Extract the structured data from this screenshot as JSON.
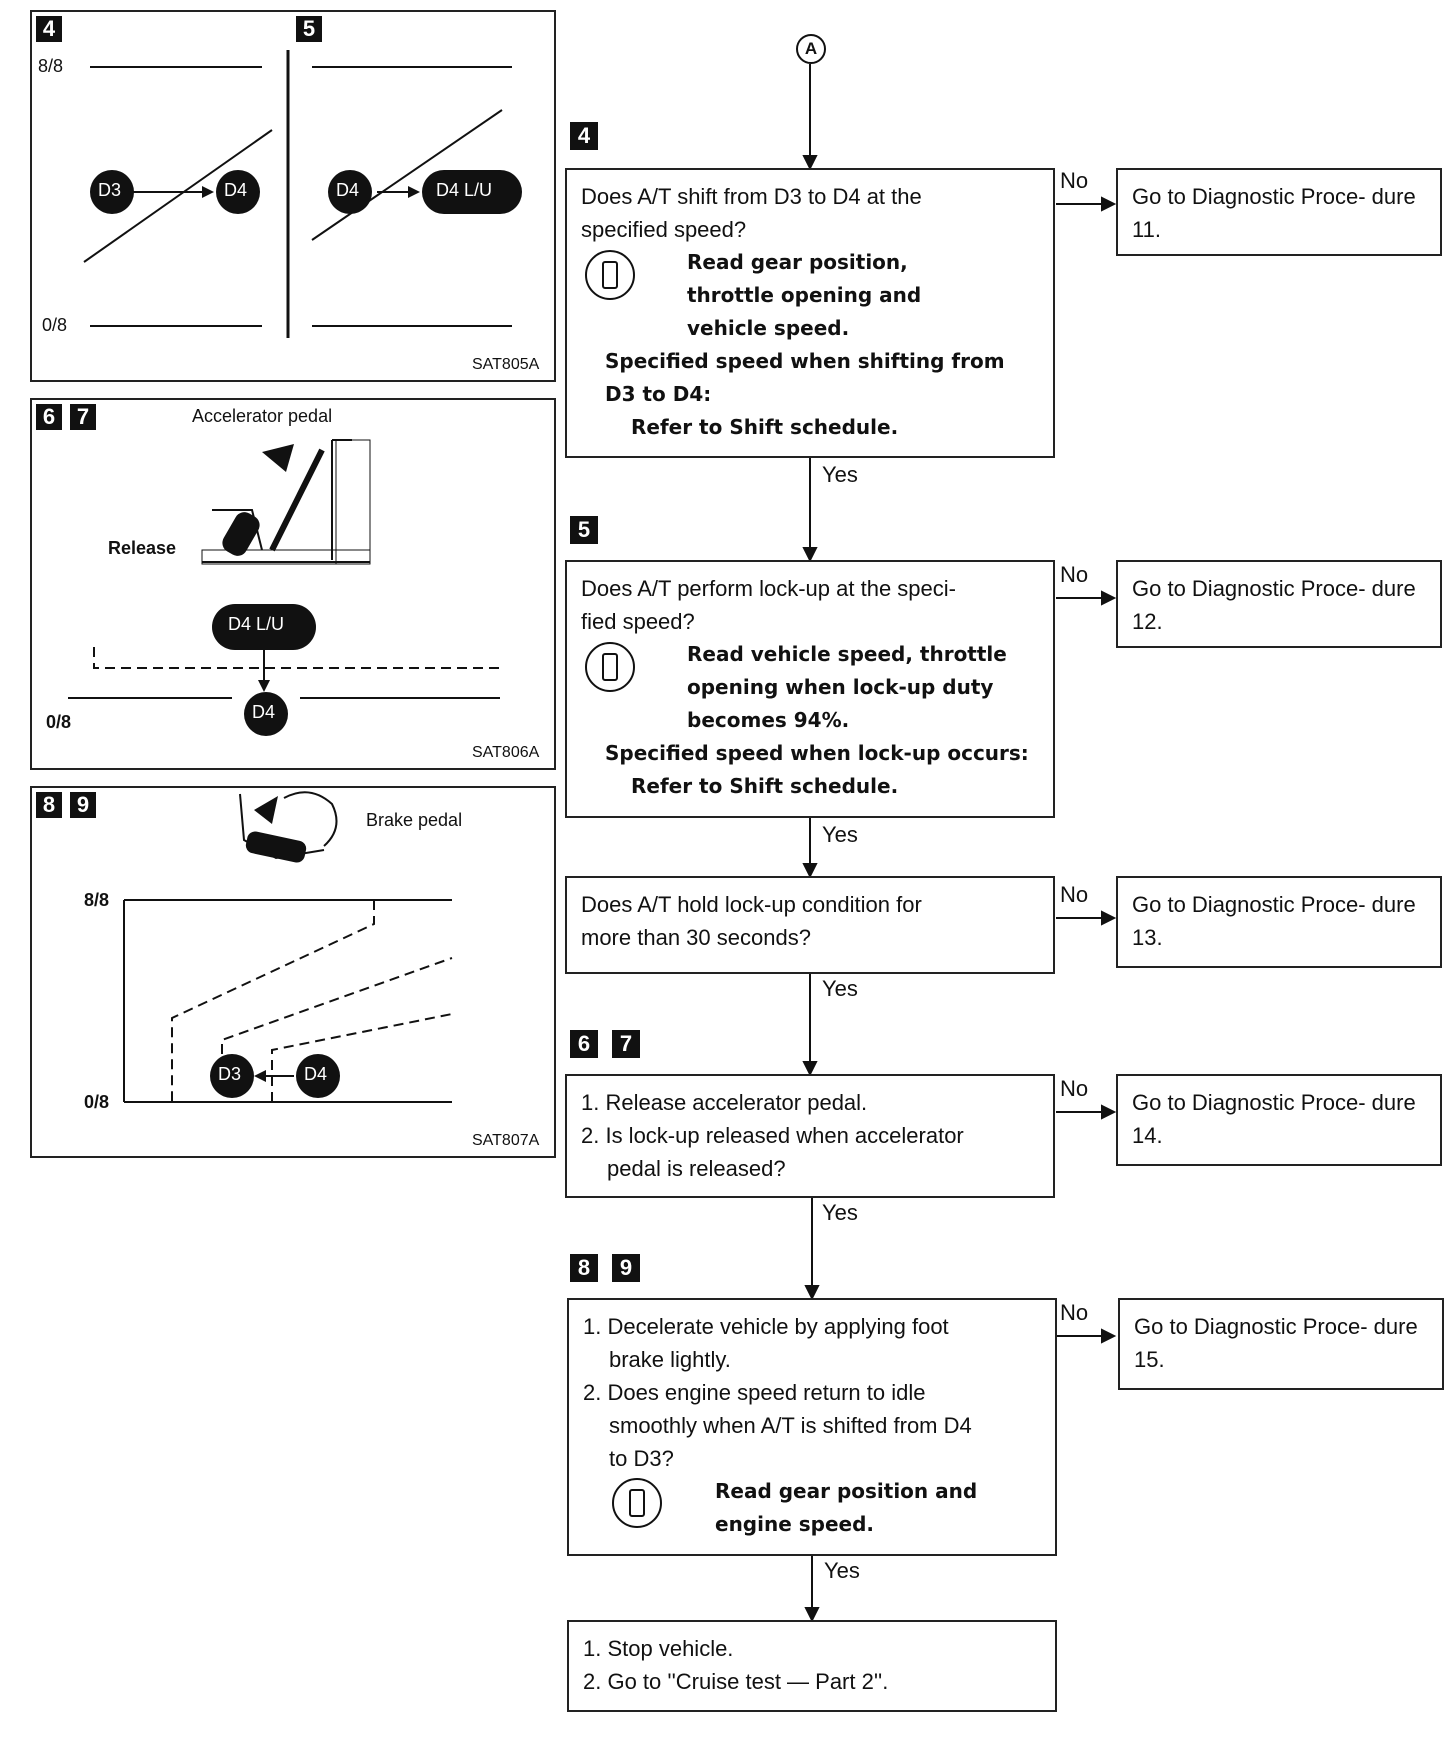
{
  "figures": {
    "fig1": {
      "badges": [
        "4",
        "5"
      ],
      "y_top": "8/8",
      "y_bottom": "0/8",
      "left_from": "D3",
      "left_to": "D4",
      "right_from": "D4",
      "right_to": "D4 L/U",
      "code": "SAT805A"
    },
    "fig2": {
      "badges": [
        "6",
        "7"
      ],
      "title": "Accelerator pedal",
      "release": "Release",
      "top_label": "D4 L/U",
      "bottom_label": "D4",
      "y_bottom": "0/8",
      "code": "SAT806A"
    },
    "fig3": {
      "badges": [
        "8",
        "9"
      ],
      "title": "Brake pedal",
      "y_top": "8/8",
      "y_bottom": "0/8",
      "left_label": "D3",
      "right_label": "D4",
      "code": "SAT807A"
    }
  },
  "flow": {
    "anchor": "A",
    "branch_no": "No",
    "branch_yes": "Yes",
    "steps": [
      {
        "badges": [
          "4"
        ],
        "q1": "Does A/T shift from D3 to D4 at the",
        "q2": "specified speed?",
        "b1": "Read gear position,",
        "b2": "throttle opening and",
        "b3": "vehicle speed.",
        "b4": "Specified speed when shifting from",
        "b5": "D3 to D4:",
        "b6": "Refer to Shift schedule.",
        "no": "Go to Diagnostic Proce- dure 11."
      },
      {
        "badges": [
          "5"
        ],
        "q1": "Does A/T perform lock-up at the speci-",
        "q2": "fied speed?",
        "b1": "Read vehicle speed, throttle",
        "b2": "opening when lock-up duty",
        "b3": "becomes 94%.",
        "b4": "Specified speed when lock-up occurs:",
        "b5": "Refer to Shift schedule.",
        "no": "Go to Diagnostic Proce- dure 12."
      },
      {
        "q1": "Does A/T hold lock-up condition for",
        "q2": "more than 30 seconds?",
        "no": "Go to Diagnostic Proce- dure 13."
      },
      {
        "badges": [
          "6",
          "7"
        ],
        "l1": "1. Release accelerator pedal.",
        "l2": "2. Is lock-up released when accelerator",
        "l3": "pedal is released?",
        "no": "Go to Diagnostic Proce- dure 14."
      },
      {
        "badges": [
          "8",
          "9"
        ],
        "l1": "1. Decelerate vehicle by applying foot",
        "l2": "brake lightly.",
        "l3": "2. Does engine speed return to idle",
        "l4": "smoothly when A/T is shifted from D4",
        "l5": "to D3?",
        "b1": "Read gear position and",
        "b2": "engine speed.",
        "no": "Go to Diagnostic Proce- dure 15."
      }
    ],
    "final": {
      "l1": "1. Stop vehicle.",
      "l2": "2. Go to ''Cruise test — Part 2''."
    }
  }
}
